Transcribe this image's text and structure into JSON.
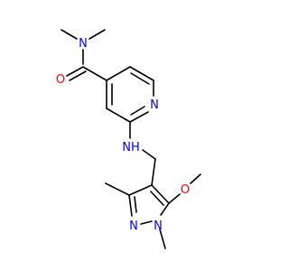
{
  "molecule": {
    "atoms": {
      "n_amide": {
        "label": "N",
        "color": "#0000ff"
      },
      "o_carbonyl": {
        "label": "O",
        "color": "#ff0000"
      },
      "n_pyridine": {
        "label": "N",
        "color": "#0000ff"
      },
      "nh_amine": {
        "label": "NH",
        "color": "#0000ff"
      },
      "o_methoxy": {
        "label": "O",
        "color": "#ff0000"
      },
      "n_pyrazole_2": {
        "label": "N",
        "color": "#0000ff"
      },
      "n_pyrazole_1": {
        "label": "N",
        "color": "#0000ff"
      }
    },
    "bond_color": "#000000"
  }
}
